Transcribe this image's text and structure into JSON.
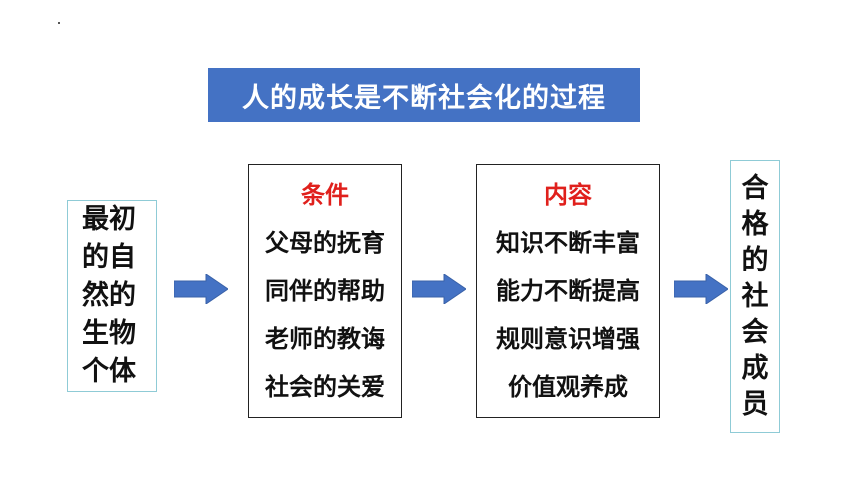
{
  "title": "人的成长是不断社会化的过程",
  "start": {
    "text": "最初的自然的生物个体"
  },
  "conditions": {
    "heading": "条件",
    "items": [
      "父母的抚育",
      "同伴的帮助",
      "老师的教诲",
      "社会的关爱"
    ]
  },
  "contents": {
    "heading": "内容",
    "items": [
      "知识不断丰富",
      "能力不断提高",
      "规则意识增强",
      "价值观养成"
    ]
  },
  "end": {
    "text": "合格的社会成员"
  },
  "colors": {
    "title_bg": "#4472c4",
    "arrow": "#4472c4",
    "heading": "#e0201c"
  }
}
